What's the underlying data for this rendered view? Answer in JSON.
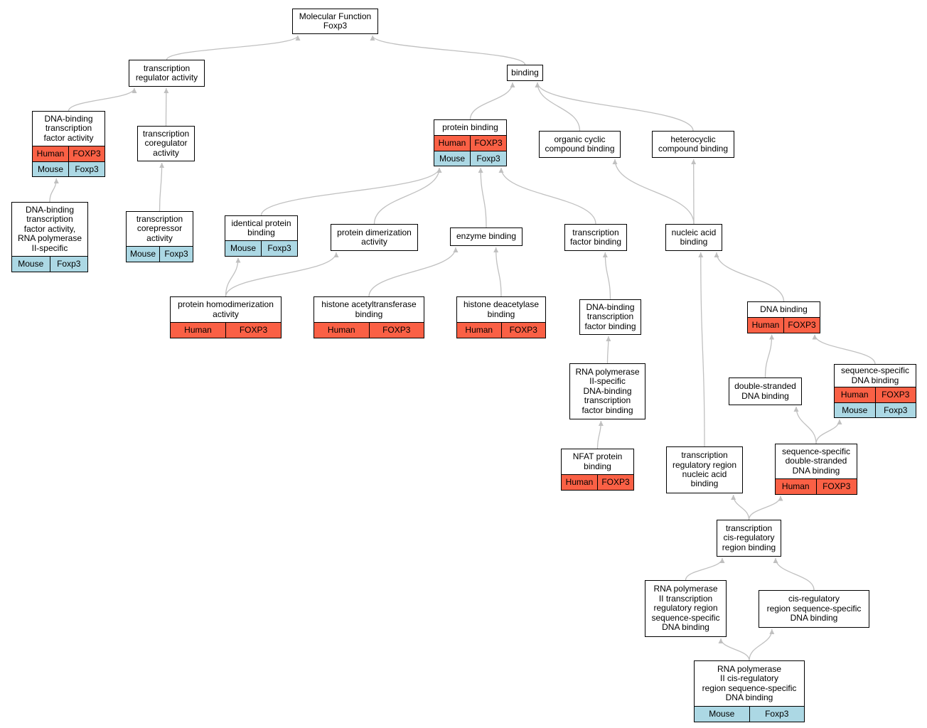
{
  "colors": {
    "human": "#fa6045",
    "mouse": "#acd8e4",
    "edge": "#c0c0c0",
    "border": "#000000"
  },
  "nodes": [
    {
      "id": "root",
      "label": "Molecular Function\nFoxp3",
      "annotations": []
    },
    {
      "id": "tra",
      "label": "transcription\nregulator activity",
      "annotations": []
    },
    {
      "id": "binding",
      "label": "binding",
      "annotations": []
    },
    {
      "id": "dbtfa",
      "label": "DNA-binding\ntranscription\nfactor activity",
      "annotations": [
        {
          "species": "Human",
          "gene": "FOXP3"
        },
        {
          "species": "Mouse",
          "gene": "Foxp3"
        }
      ]
    },
    {
      "id": "tcoreg",
      "label": "transcription\ncoregulator\nactivity",
      "annotations": []
    },
    {
      "id": "protbind",
      "label": "protein binding",
      "annotations": [
        {
          "species": "Human",
          "gene": "FOXP3"
        },
        {
          "species": "Mouse",
          "gene": "Foxp3"
        }
      ]
    },
    {
      "id": "occb",
      "label": "organic cyclic\ncompound binding",
      "annotations": []
    },
    {
      "id": "hcb",
      "label": "heterocyclic\ncompound binding",
      "annotations": []
    },
    {
      "id": "dbtfa2",
      "label": "DNA-binding\ntranscription\nfactor activity,\nRNA polymerase\nII-specific",
      "annotations": [
        {
          "species": "Mouse",
          "gene": "Foxp3"
        }
      ]
    },
    {
      "id": "tcorep",
      "label": "transcription\ncorepressor\nactivity",
      "annotations": [
        {
          "species": "Mouse",
          "gene": "Foxp3"
        }
      ]
    },
    {
      "id": "idprot",
      "label": "identical protein\nbinding",
      "annotations": [
        {
          "species": "Mouse",
          "gene": "Foxp3"
        }
      ]
    },
    {
      "id": "pdimer",
      "label": "protein dimerization\nactivity",
      "annotations": []
    },
    {
      "id": "enzyme",
      "label": "enzyme binding",
      "annotations": []
    },
    {
      "id": "tfb",
      "label": "transcription\nfactor binding",
      "annotations": []
    },
    {
      "id": "nab",
      "label": "nucleic acid\nbinding",
      "annotations": []
    },
    {
      "id": "phomo",
      "label": "protein homodimerization\nactivity",
      "annotations": [
        {
          "species": "Human",
          "gene": "FOXP3"
        }
      ]
    },
    {
      "id": "hat",
      "label": "histone acetyltransferase\nbinding",
      "annotations": [
        {
          "species": "Human",
          "gene": "FOXP3"
        }
      ]
    },
    {
      "id": "hdac",
      "label": "histone deacetylase\nbinding",
      "annotations": [
        {
          "species": "Human",
          "gene": "FOXP3"
        }
      ]
    },
    {
      "id": "dbtfb",
      "label": "DNA-binding\ntranscription\nfactor binding",
      "annotations": []
    },
    {
      "id": "dnab",
      "label": "DNA binding",
      "annotations": [
        {
          "species": "Human",
          "gene": "FOXP3"
        }
      ]
    },
    {
      "id": "rnapol",
      "label": "RNA polymerase\nII-specific\nDNA-binding\ntranscription\nfactor binding",
      "annotations": []
    },
    {
      "id": "ssdb",
      "label": "sequence-specific\nDNA binding",
      "annotations": [
        {
          "species": "Human",
          "gene": "FOXP3"
        },
        {
          "species": "Mouse",
          "gene": "Foxp3"
        }
      ]
    },
    {
      "id": "dsdb",
      "label": "double-stranded\nDNA binding",
      "annotations": []
    },
    {
      "id": "nfat",
      "label": "NFAT protein\nbinding",
      "annotations": [
        {
          "species": "Human",
          "gene": "FOXP3"
        }
      ]
    },
    {
      "id": "trrnab",
      "label": "transcription\nregulatory region\nnucleic acid\nbinding",
      "annotations": []
    },
    {
      "id": "ssdsdb",
      "label": "sequence-specific\ndouble-stranded\nDNA binding",
      "annotations": [
        {
          "species": "Human",
          "gene": "FOXP3"
        }
      ]
    },
    {
      "id": "tcrrb",
      "label": "transcription\ncis-regulatory\nregion binding",
      "annotations": []
    },
    {
      "id": "rnap2trr",
      "label": "RNA polymerase\nII transcription\nregulatory region\nsequence-specific\nDNA binding",
      "annotations": []
    },
    {
      "id": "crrssdb",
      "label": "cis-regulatory\nregion sequence-specific\nDNA binding",
      "annotations": []
    },
    {
      "id": "rnap2cis",
      "label": "RNA polymerase\nII cis-regulatory\nregion sequence-specific\nDNA binding",
      "annotations": [
        {
          "species": "Mouse",
          "gene": "Foxp3"
        }
      ]
    }
  ],
  "edges": [
    [
      "tra",
      "root"
    ],
    [
      "binding",
      "root"
    ],
    [
      "dbtfa",
      "tra"
    ],
    [
      "tcoreg",
      "tra"
    ],
    [
      "protbind",
      "binding"
    ],
    [
      "occb",
      "binding"
    ],
    [
      "hcb",
      "binding"
    ],
    [
      "dbtfa2",
      "dbtfa"
    ],
    [
      "tcorep",
      "tcoreg"
    ],
    [
      "idprot",
      "protbind"
    ],
    [
      "pdimer",
      "protbind"
    ],
    [
      "enzyme",
      "protbind"
    ],
    [
      "tfb",
      "protbind"
    ],
    [
      "nab",
      "occb"
    ],
    [
      "nab",
      "hcb"
    ],
    [
      "phomo",
      "idprot"
    ],
    [
      "phomo",
      "pdimer"
    ],
    [
      "hat",
      "enzyme"
    ],
    [
      "hdac",
      "enzyme"
    ],
    [
      "dbtfb",
      "tfb"
    ],
    [
      "rnapol",
      "dbtfb"
    ],
    [
      "nfat",
      "rnapol"
    ],
    [
      "dnab",
      "nab"
    ],
    [
      "trrnab",
      "nab"
    ],
    [
      "dsdb",
      "dnab"
    ],
    [
      "ssdb",
      "dnab"
    ],
    [
      "ssdsdb",
      "dsdb"
    ],
    [
      "ssdsdb",
      "ssdb"
    ],
    [
      "tcrrb",
      "trrnab"
    ],
    [
      "tcrrb",
      "ssdsdb"
    ],
    [
      "rnap2trr",
      "tcrrb"
    ],
    [
      "crrssdb",
      "tcrrb"
    ],
    [
      "rnap2cis",
      "rnap2trr"
    ],
    [
      "rnap2cis",
      "crrssdb"
    ]
  ]
}
